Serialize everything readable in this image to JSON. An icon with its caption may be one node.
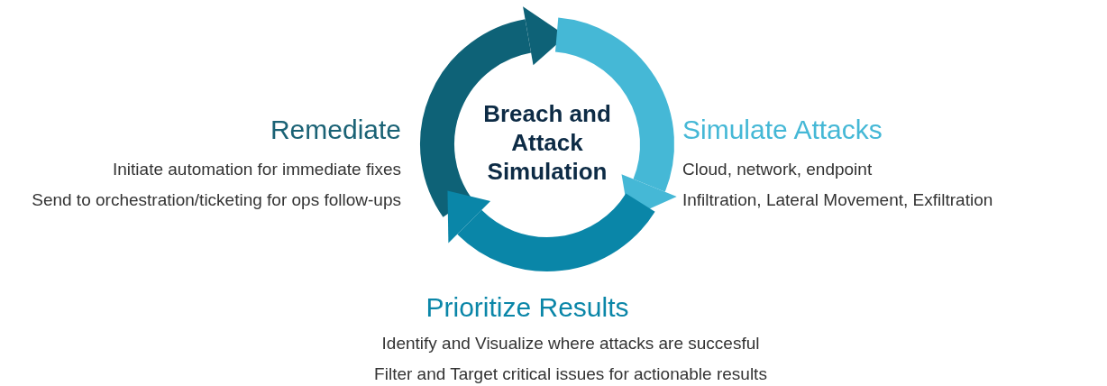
{
  "diagram": {
    "labels": [
      "Breach and Attack Simulation",
      "Remediate",
      "Initiate automation for immediate fixes",
      "Send to orchestration/ticketing for ops follow-ups",
      "Simulate Attacks",
      "Cloud, network, endpoint",
      "Infiltration, Lateral Movement, Exfiltration",
      "Prioritize Results",
      "Identify and Visualize where attacks are succesful",
      "Filter and Target critical issues for actionable results"
    ]
  }
}
